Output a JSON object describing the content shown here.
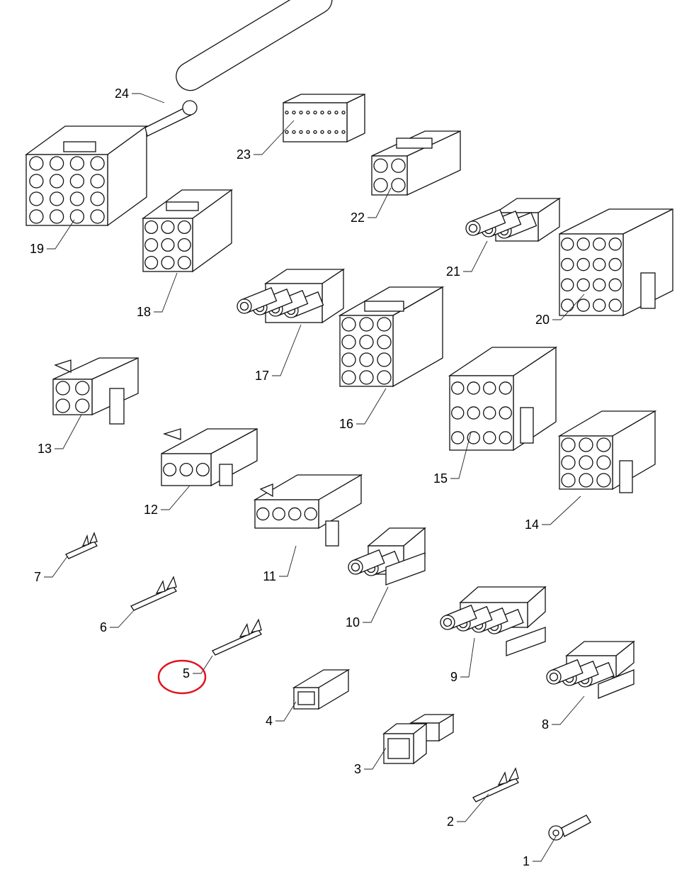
{
  "diagram": {
    "callouts": [
      "1",
      "2",
      "3",
      "4",
      "5",
      "6",
      "7",
      "8",
      "9",
      "10",
      "11",
      "12",
      "13",
      "14",
      "15",
      "16",
      "17",
      "18",
      "19",
      "20",
      "21",
      "22",
      "23",
      "24"
    ],
    "highlighted_callout": "5",
    "highlight_color": "#e0141e"
  }
}
